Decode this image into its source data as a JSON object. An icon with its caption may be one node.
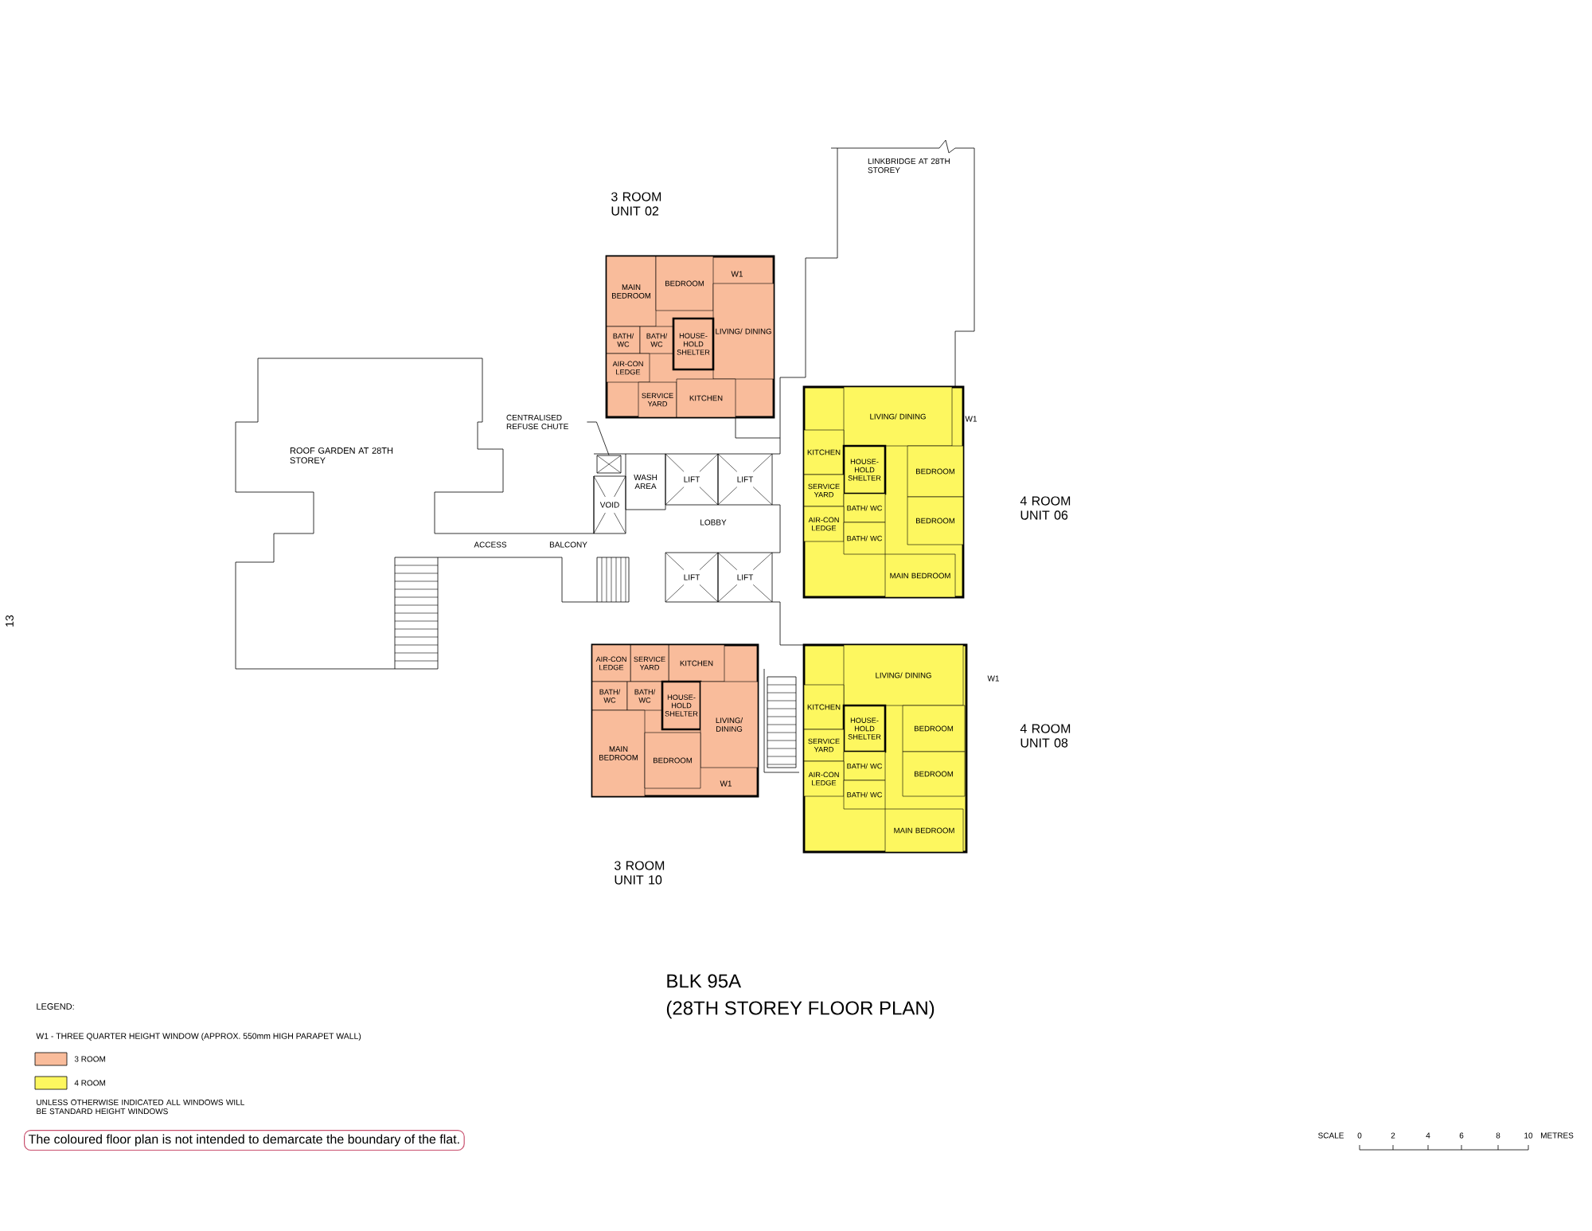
{
  "diagram": {
    "title": "BLK 95A",
    "caption": "(28TH STOREY FLOOR PLAN)",
    "nodes": [
      {
        "text": [],
        "shape": "box"
      },
      {
        "text": [
          "MAIN BEDROOM"
        ],
        "in": 0
      },
      {
        "text": [
          "BEDROOM"
        ],
        "in": 0
      },
      {
        "text": [
          "LIVING/ DINING"
        ],
        "in": 0
      },
      {
        "text": [
          "BATH/ WC"
        ],
        "in": 0
      },
      {
        "text": [
          "BATH/ WC"
        ],
        "in": 0
      },
      {
        "text": [
          "AIR-CON LEDGE"
        ],
        "in": 0
      },
      {
        "text": [
          "HOUSE-HOLD SHELTER"
        ],
        "in": 0
      },
      {
        "text": [
          "SERVICE YARD"
        ],
        "in": 0
      },
      {
        "text": [
          "KITCHEN"
        ],
        "in": 0
      },
      {
        "text": [
          "ROOF GARDEN AT 28TH STOREY"
        ]
      },
      {
        "text": [
          "LINKBRIDGE AT 28TH STOREY"
        ]
      },
      {
        "text": [
          "CENTRALISED REFUSE CHUTE"
        ]
      },
      {
        "text": [
          "VOID"
        ]
      },
      {
        "text": [],
        "shape": "box"
      },
      {
        "text": [
          "WASH AREA"
        ]
      },
      {
        "text": [
          "LIFT"
        ]
      },
      {
        "text": [
          "LIFT"
        ]
      },
      {
        "text": [
          "LIFT"
        ]
      },
      {
        "text": [
          "LIFT"
        ]
      },
      {
        "text": [],
        "shape": "box"
      },
      {
        "text": [
          "LIVING/ DINING"
        ],
        "in": 20
      },
      {
        "text": [
          "KITCHEN"
        ],
        "in": 20
      },
      {
        "text": [
          "HOUSE-HOLD SHELTER"
        ],
        "in": 20
      },
      {
        "text": [
          "BEDROOM"
        ],
        "in": 20
      },
      {
        "text": [
          "BEDROOM"
        ],
        "in": 20
      },
      {
        "text": [
          "SERVICE YARD"
        ],
        "in": 20
      },
      {
        "text": [
          "BATH/ WC"
        ],
        "in": 20
      },
      {
        "text": [
          "AIR-CON LEDGE"
        ],
        "in": 20
      },
      {
        "text": [
          "BATH/ WC"
        ],
        "in": 20
      },
      {
        "text": [
          "MAIN BEDROOM"
        ],
        "in": 20
      },
      {
        "text": [],
        "shape": "box"
      },
      {
        "text": [
          "KITCHEN"
        ],
        "in": 31
      },
      {
        "text": [
          "SERVICE YARD"
        ],
        "in": 31
      },
      {
        "text": [
          "AIR-CON LEDGE"
        ],
        "in": 31
      },
      {
        "text": [
          "BATH/ WC"
        ],
        "in": 31
      },
      {
        "text": [
          "BATH/ WC"
        ],
        "in": 31
      },
      {
        "text": [
          "HOUSE-HOLD SHELTER"
        ],
        "in": 31
      },
      {
        "text": [
          "LIVING/ DINING"
        ],
        "in": 31
      },
      {
        "text": [
          "MAIN BEDROOM"
        ],
        "in": 31
      },
      {
        "text": [
          "BEDROOM"
        ],
        "in": 31
      },
      {
        "text": [],
        "shape": "box"
      },
      {
        "text": [
          "LIVING/ DINING"
        ],
        "in": 41
      },
      {
        "text": [
          "KITCHEN"
        ],
        "in": 41
      },
      {
        "text": [
          "HOUSE-HOLD SHELTER"
        ],
        "in": 41
      },
      {
        "text": [
          "BEDROOM"
        ],
        "in": 41
      },
      {
        "text": [
          "BEDROOM"
        ],
        "in": 41
      },
      {
        "text": [
          "SERVICE YARD"
        ],
        "in": 41
      },
      {
        "text": [
          "BATH/ WC"
        ],
        "in": 41
      },
      {
        "text": [
          "AIR-CON LEDGE"
        ],
        "in": 41
      },
      {
        "text": [
          "BATH/ WC"
        ],
        "in": 41
      },
      {
        "text": [
          "MAIN BEDROOM"
        ],
        "in": 41
      },
      {
        "text": [
          "The coloured floor plan is not intended to demarcate the boundary of the flat."
        ]
      }
    ],
    "edges": [
      {
        "from": 12,
        "to": 14,
        "arrow": "none"
      }
    ],
    "labels": [
      "3 ROOM UNIT 02",
      "W1",
      "W1",
      "4 ROOM UNIT 06",
      "ACCESS",
      "BALCONY",
      "LOBBY",
      "13",
      "W1",
      "4 ROOM UNIT 08",
      "W1",
      "3 ROOM UNIT 10",
      "LEGEND:",
      "W1 - THREE QUARTER HEIGHT WINDOW (APPROX. 550mm HIGH PARAPET WALL)",
      "UNLESS OTHERWISE INDICATED ALL WINDOWS WILL BE STANDARD HEIGHT WINDOWS",
      "SCALE",
      "0",
      "2",
      "4",
      "6",
      "8",
      "10",
      "METRES"
    ],
    "legend": [
      {
        "text": "3 ROOM",
        "color": "#f9bc9b"
      },
      {
        "text": "4 ROOM",
        "color": "#fdf75f"
      }
    ]
  }
}
